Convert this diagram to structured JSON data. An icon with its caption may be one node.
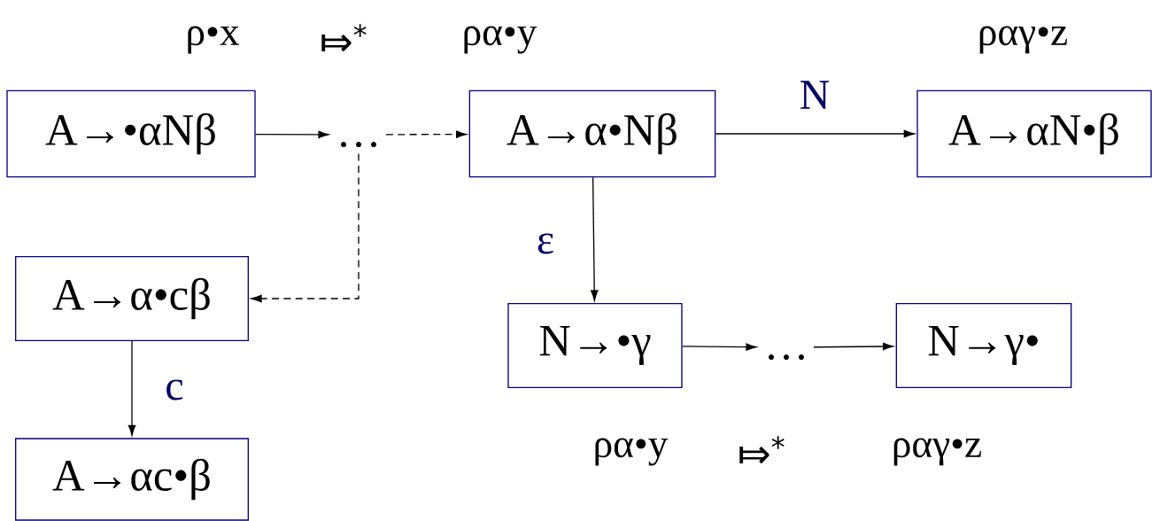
{
  "diagram": {
    "nodes": [
      {
        "text": [
          "A→•αNβ"
        ]
      },
      {
        "text": [
          "…"
        ]
      },
      {
        "text": [
          "A→α•Nβ"
        ]
      },
      {
        "text": [
          "A→αN•β"
        ]
      },
      {
        "text": [
          "A→α•cβ"
        ]
      },
      {
        "text": [
          "A→αc•β"
        ]
      },
      {
        "text": [
          "N→•γ"
        ]
      },
      {
        "text": [
          "…"
        ]
      },
      {
        "text": [
          "N→γ•"
        ]
      }
    ],
    "edges": [
      {
        "from": 0,
        "to": 1,
        "arrow": "to"
      },
      {
        "from": 1,
        "to": 2,
        "arrow": "to",
        "style": "dashed"
      },
      {
        "from": 2,
        "to": 3,
        "arrow": "to",
        "label": "N"
      },
      {
        "from": 1,
        "to": 4,
        "arrow": "to",
        "style": "dashed"
      },
      {
        "from": 4,
        "to": 5,
        "arrow": "to",
        "label": "c"
      },
      {
        "from": 2,
        "to": 6,
        "arrow": "to",
        "label": "ε"
      },
      {
        "from": 6,
        "to": 7,
        "arrow": "to"
      },
      {
        "from": 7,
        "to": 8,
        "arrow": "to"
      }
    ],
    "labels": [
      "ρ•x",
      "⤇$^{*}$",
      "ρα•y",
      "ραγ•z",
      "ρα•y",
      "⤇$^{*}$",
      "ραγ•z"
    ]
  }
}
